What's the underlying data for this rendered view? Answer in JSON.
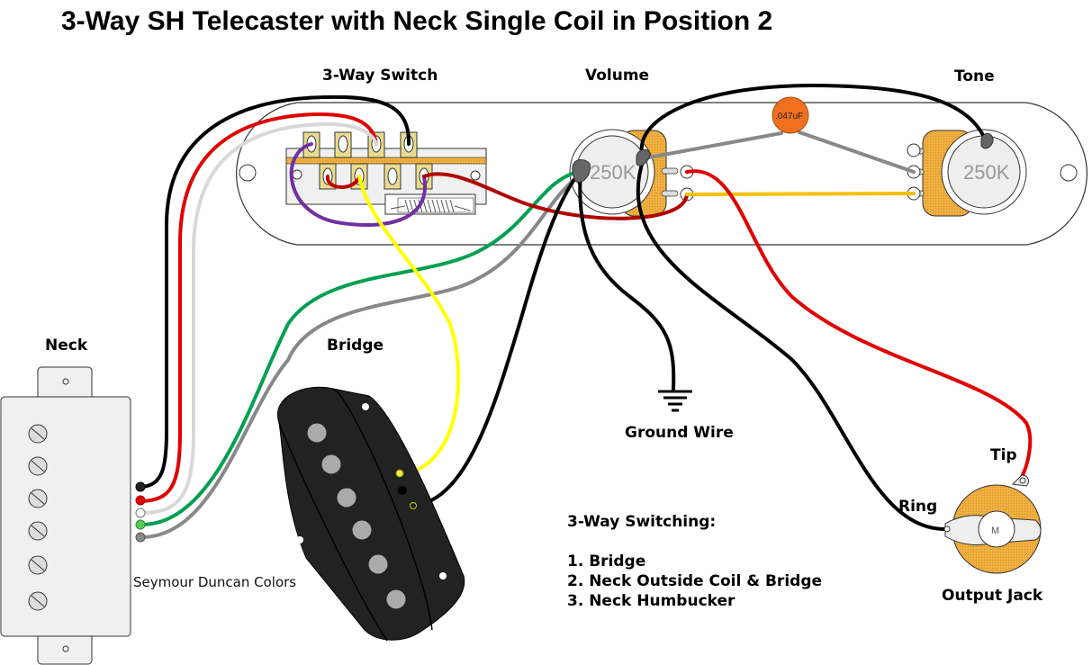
{
  "title": "3-Way SH Telecaster with Neck Single Coil in Position 2",
  "labels": {
    "switch": "3-Way Switch",
    "volume": "Volume",
    "tone": "Tone",
    "neck": "Neck",
    "bridge": "Bridge",
    "ground": "Ground Wire",
    "tip": "Tip",
    "ring": "Ring",
    "output_jack": "Output Jack",
    "colors_note": "Seymour Duncan Colors"
  },
  "components": {
    "volume_pot": {
      "value": "250K"
    },
    "tone_pot": {
      "value": "250K"
    },
    "capacitor": {
      "value": ".047uF"
    },
    "jack_marker": "M"
  },
  "switching": {
    "heading": "3-Way Switching:",
    "positions": [
      "1. Bridge",
      "2. Neck Outside Coil & Bridge",
      "3. Neck Humbucker"
    ]
  },
  "colors": {
    "black": "#000000",
    "red": "#e00000",
    "dark_red": "#b00000",
    "white_wire": "#d8d8d8",
    "green": "#00a050",
    "gray": "#888888",
    "yellow": "#ffff00",
    "gold_wire": "#f5c000",
    "purple": "#7030a0",
    "pot_orange": "#f0b040",
    "cap_orange": "#f07020",
    "switch_lug": "#e8dc90"
  }
}
